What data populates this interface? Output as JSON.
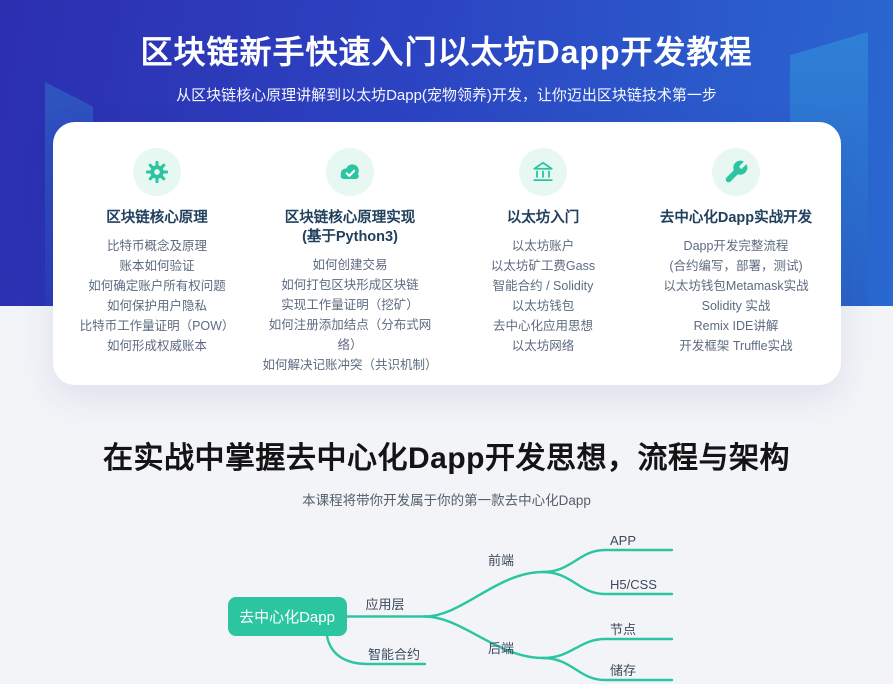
{
  "hero": {
    "title": "区块链新手快速入门以太坊Dapp开发教程",
    "subtitle": "从区块链核心原理讲解到以太坊Dapp(宠物领养)开发，让你迈出区块链技术第一步"
  },
  "card": {
    "columns": [
      {
        "icon": "gear-icon",
        "title": "区块链核心原理",
        "items": [
          "比特币概念及原理",
          "账本如何验证",
          "如何确定账户所有权问题",
          "如何保护用户隐私",
          "比特币工作量证明（POW）",
          "如何形成权威账本"
        ]
      },
      {
        "icon": "cloud-check-icon",
        "title": "区块链核心原理实现",
        "title2": "(基于Python3)",
        "items": [
          "如何创建交易",
          "如何打包区块形成区块链",
          "实现工作量证明（挖矿）",
          "如何注册添加结点（分布式网络）",
          "如何解决记账冲突（共识机制）"
        ]
      },
      {
        "icon": "bank-icon",
        "title": "以太坊入门",
        "items": [
          "以太坊账户",
          "以太坊矿工费Gass",
          "智能合约 / Solidity",
          "以太坊钱包",
          "去中心化应用思想",
          "以太坊网络"
        ]
      },
      {
        "icon": "wrench-icon",
        "title": "去中心化Dapp实战开发",
        "items": [
          "Dapp开发完整流程",
          "(合约编写，部署，测试)",
          "以太坊钱包Metamask实战",
          "Solidity 实战",
          "Remix IDE讲解",
          "开发框架 Truffle实战"
        ]
      }
    ]
  },
  "section2": {
    "title": "在实战中掌握去中心化Dapp开发思想，流程与架构",
    "subtitle": "本课程将带你开发属于你的第一款去中心化Dapp"
  },
  "mindmap": {
    "root": "去中心化Dapp",
    "app_layer": "应用层",
    "smart_contract": "智能合约",
    "frontend": "前端",
    "backend": "后端",
    "app": "APP",
    "h5css": "H5/CSS",
    "node": "节点",
    "storage": "储存"
  },
  "colors": {
    "accent_teal": "#2cc5a2",
    "icon_circle_bg": "#e7f7f2",
    "hero_gradient_start": "#2c2eb0",
    "hero_gradient_end": "#2a69d1",
    "page_bg": "#f3f4f8"
  }
}
